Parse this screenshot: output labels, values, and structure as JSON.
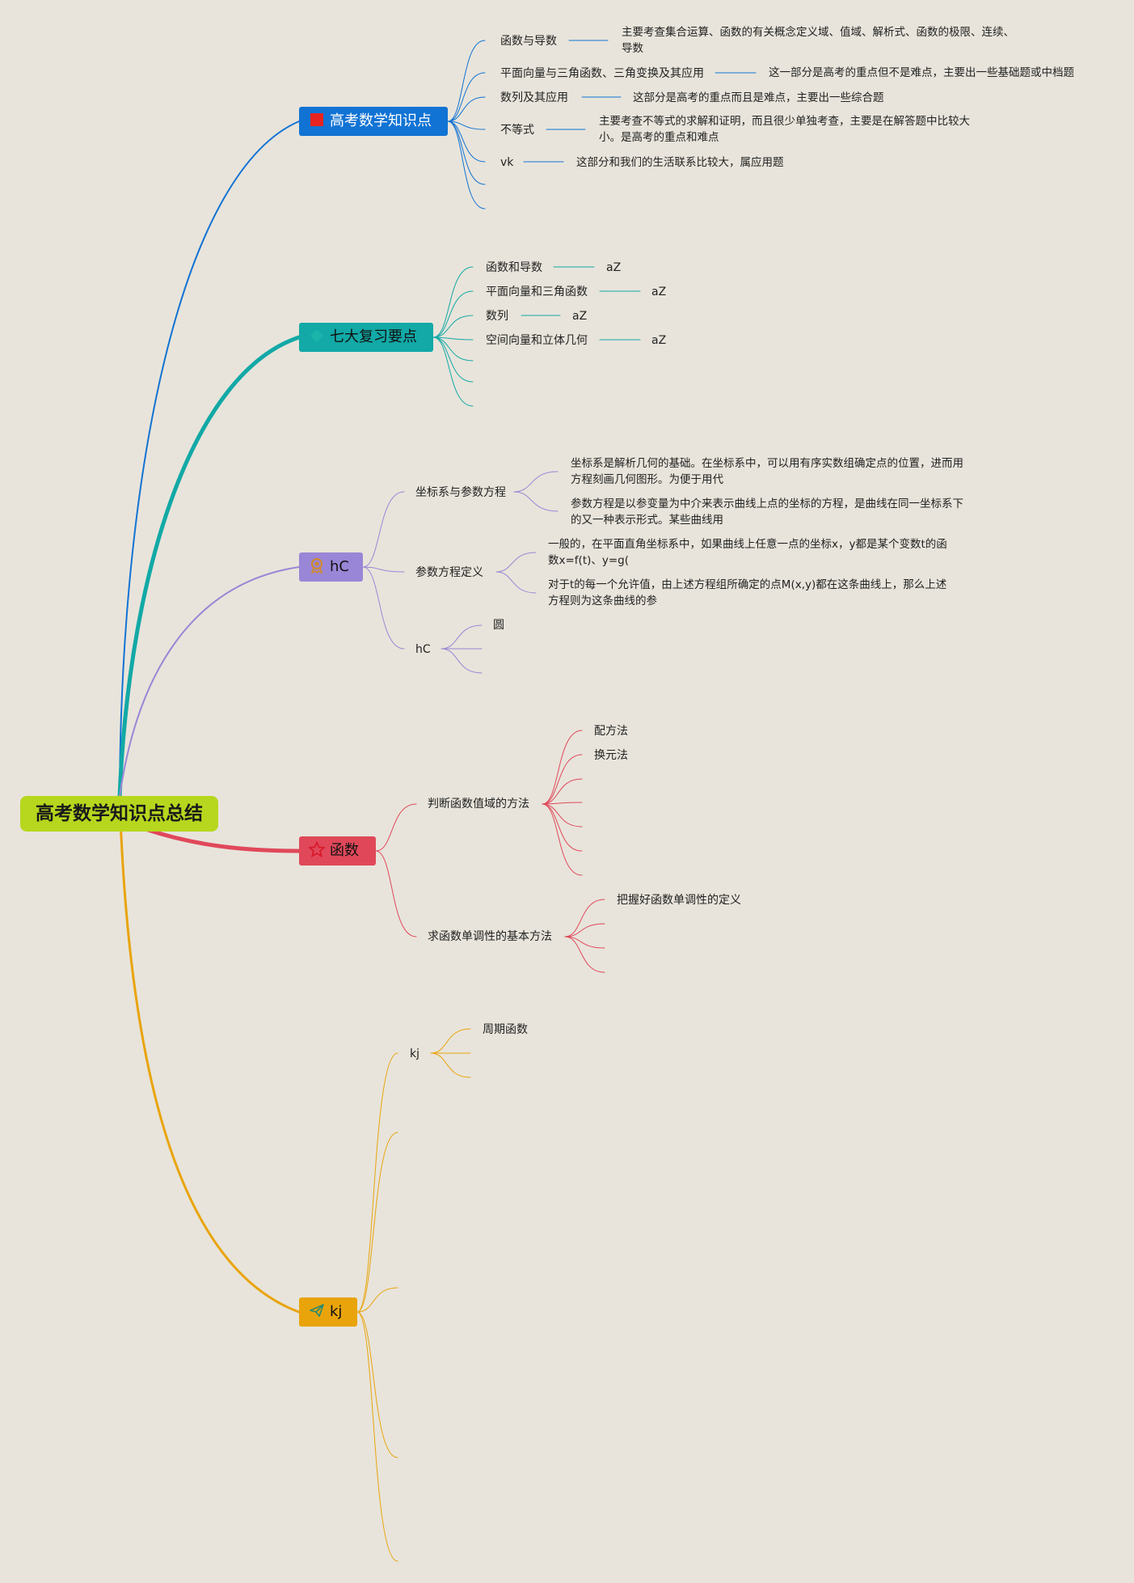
{
  "root": {
    "label": "高考数学知识点总结"
  },
  "branches": [
    {
      "label": "高考数学知识点",
      "icon": "red-square-icon",
      "color": "#1173d4",
      "items": [
        {
          "label": "函数与导数",
          "note": "主要考查集合运算、函数的有关概念定义域、值域、解析式、函数的极限、连续、导数"
        },
        {
          "label": "平面向量与三角函数、三角变换及其应用",
          "note": "这一部分是高考的重点但不是难点，主要出一些基础题或中档题"
        },
        {
          "label": "数列及其应用",
          "note": "这部分是高考的重点而且是难点，主要出一些综合题"
        },
        {
          "label": "不等式",
          "note": "主要考查不等式的求解和证明，而且很少单独考查，主要是在解答题中比较大小。是高考的重点和难点"
        },
        {
          "label": "vk",
          "note": "这部分和我们的生活联系比较大，属应用题"
        }
      ]
    },
    {
      "label": "七大复习要点",
      "icon": "teal-diamond-icon",
      "color": "#12a9a6",
      "items": [
        {
          "label": "函数和导数",
          "note": "aZ"
        },
        {
          "label": "平面向量和三角函数",
          "note": "aZ"
        },
        {
          "label": "数列",
          "note": "aZ"
        },
        {
          "label": "空间向量和立体几何",
          "note": "aZ"
        }
      ]
    },
    {
      "label": "hC",
      "icon": "medal-icon",
      "color": "#9a86d6",
      "items": [
        {
          "label": "坐标系与参数方程",
          "notes": [
            "坐标系是解析几何的基础。在坐标系中，可以用有序实数组确定点的位置，进而用方程刻画几何图形。为便于用代",
            "参数方程是以参变量为中介来表示曲线上点的坐标的方程，是曲线在同一坐标系下的又一种表示形式。某些曲线用"
          ]
        },
        {
          "label": "参数方程定义",
          "notes": [
            "一般的，在平面直角坐标系中，如果曲线上任意一点的坐标x，y都是某个变数t的函数x=f(t)、y=g(",
            "对于t的每一个允许值，由上述方程组所确定的点M(x,y)都在这条曲线上，那么上述方程则为这条曲线的参"
          ]
        },
        {
          "label": "hC",
          "notes": [
            "圆"
          ]
        }
      ]
    },
    {
      "label": "函数",
      "icon": "star-icon",
      "color": "#e0485a",
      "items": [
        {
          "label": "判断函数值域的方法",
          "notes": [
            "配方法",
            "换元法"
          ]
        },
        {
          "label": "求函数单调性的基本方法",
          "notes": [
            "把握好函数单调性的定义"
          ]
        }
      ]
    },
    {
      "label": "kj",
      "icon": "paper-plane-icon",
      "color": "#e9a40c",
      "items": [
        {
          "label": "kj",
          "notes": [
            "周期函数"
          ]
        }
      ]
    }
  ]
}
